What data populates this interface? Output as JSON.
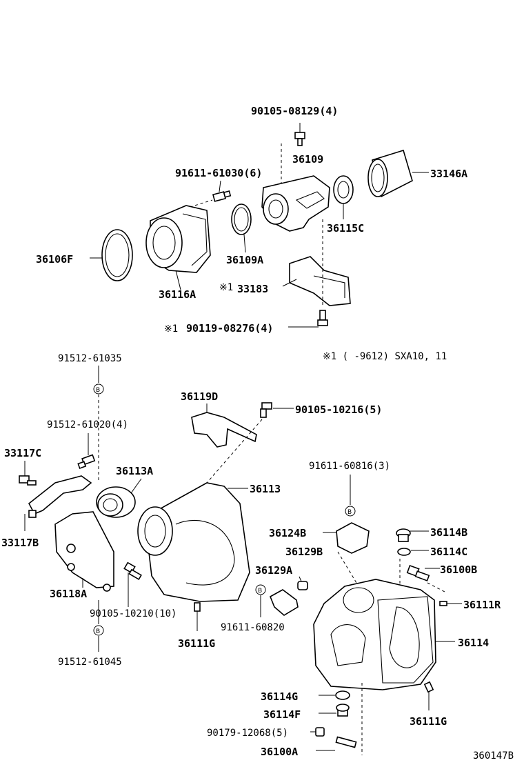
{
  "labels": {
    "p90105_08129": "90105-08129(4)",
    "p36109": "36109",
    "p33146A": "33146A",
    "p91611_61030": "91611-61030(6)",
    "p36115C": "36115C",
    "p36106F": "36106F",
    "p36109A": "36109A",
    "p33183": "33183",
    "p36116A": "36116A",
    "p90119_08276": "90119-08276(4)",
    "mark1a": "※1",
    "mark1b": "※1",
    "note_sxa": "※1 (    -9612) SXA10, 11",
    "p91512_61035": "91512-61035",
    "p36119D": "36119D",
    "p90105_10216": "90105-10216(5)",
    "p91512_61020": "91512-61020(4)",
    "p33117C": "33117C",
    "p36113A": "36113A",
    "p36113": "36113",
    "p91611_60816": "91611-60816(3)",
    "p33117B": "33117B",
    "p36124B": "36124B",
    "p36114B": "36114B",
    "p36129B": "36129B",
    "p36114C": "36114C",
    "p36129A": "36129A",
    "p36100B": "36100B",
    "p36118A": "36118A",
    "p90105_10210": "90105-10210(10)",
    "p36111R": "36111R",
    "p91611_60820": "91611-60820",
    "p36114": "36114",
    "p36111G_a": "36111G",
    "p91512_61045": "91512-61045",
    "p36114G": "36114G",
    "p36114F": "36114F",
    "p36111G_b": "36111G",
    "p90179_12068": "90179-12068(5)",
    "p36100A": "36100A",
    "ref": "360147B",
    "bmark": "B"
  }
}
